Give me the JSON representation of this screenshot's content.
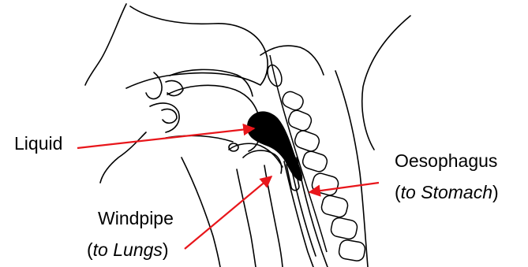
{
  "labels": {
    "liquid": "Liquid",
    "oesophagus": "Oesophagus",
    "oesophagus_paren_open": "(",
    "oesophagus_target": "to Stomach",
    "oesophagus_paren_close": ")",
    "windpipe": "Windpipe",
    "windpipe_paren_open": "(",
    "windpipe_target": "to Lungs",
    "windpipe_paren_close": ")"
  },
  "colors": {
    "arrow": "#e8161b",
    "outline": "#000000",
    "liquid_fill": "#000000"
  }
}
